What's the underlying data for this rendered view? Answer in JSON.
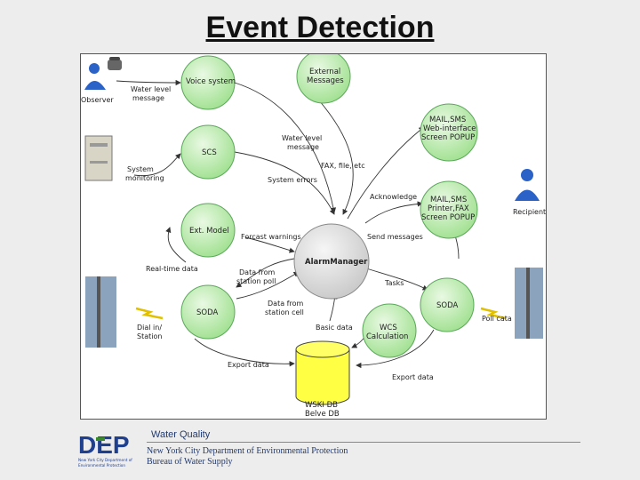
{
  "title": "Event Detection",
  "nodes": {
    "observer": "Observer",
    "voice": "Voice system",
    "external": [
      "External",
      "Messages"
    ],
    "mail_web": [
      "MAIL,SMS",
      "Web-interface",
      "Screen POPUP"
    ],
    "scs": "SCS",
    "system_mon": [
      "System",
      "monitoring"
    ],
    "mail_printer": [
      "MAIL,SMS",
      "Printer,FAX",
      "Screen POPUP"
    ],
    "recipient": "Recipient",
    "ext_model": "Ext. Model",
    "alarm": "AlarmManager",
    "soda_left": "SODA",
    "soda_right": "SODA",
    "dialin": [
      "Dial in/",
      "Station"
    ],
    "pollcata": "Poll cata",
    "wcs": [
      "WCS",
      "Calculation"
    ],
    "db": [
      "WSKI DB",
      "Belve DB"
    ]
  },
  "edges": {
    "water_msg": [
      "Water level",
      "message"
    ],
    "water_msg2": [
      "Water level",
      "message"
    ],
    "fax": "FAX, file, etc",
    "system_errors": "System errors",
    "acknowledge": "Acknowledge",
    "forcast": "Forcast warnings",
    "send": "Send messages",
    "realtime": "Real-time data",
    "station_poll": [
      "Data from",
      "station poll"
    ],
    "station_cell": [
      "Data from",
      "station cell"
    ],
    "tasks": "Tasks",
    "basic": "Basic data",
    "export_left": "Export data",
    "export_right": "Export data"
  },
  "footer": {
    "section": "Water Quality",
    "org1": "New York City Department of Environmental Protection",
    "org2": "Bureau of Water Supply",
    "logo_text": "DEP",
    "logo_sub1": "New York City Department of",
    "logo_sub2": "Environmental Protection"
  },
  "colors": {
    "node_fill": "#aee6a6",
    "node_stroke": "#5aa85a",
    "db_fill": "#ffff44",
    "alarm_fill": "#d8d8d8",
    "logo_blue": "#1f3f8f",
    "logo_green": "#3c8a2e"
  }
}
